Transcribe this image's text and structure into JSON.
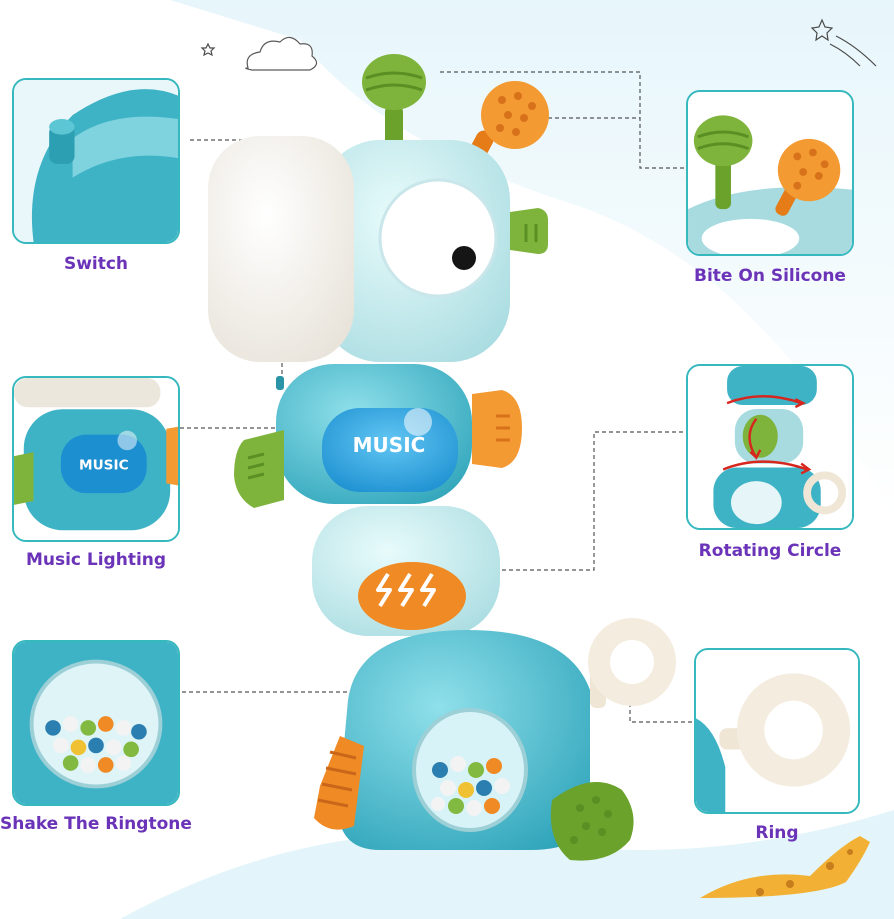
{
  "features": {
    "switch": "Switch",
    "bite": "Bite On Silicone",
    "music_lighting": "Music Lighting",
    "rotating": "Rotating Circle",
    "shake": "Shake The Ringtone",
    "ring": "Ring"
  },
  "toy": {
    "button_text": "MUSIC"
  },
  "colors": {
    "accent_border": "#35b8be",
    "label": "#6a33b8",
    "body_teal": "#3fb3c6",
    "orange": "#f08a24",
    "green": "#7bb13a"
  }
}
